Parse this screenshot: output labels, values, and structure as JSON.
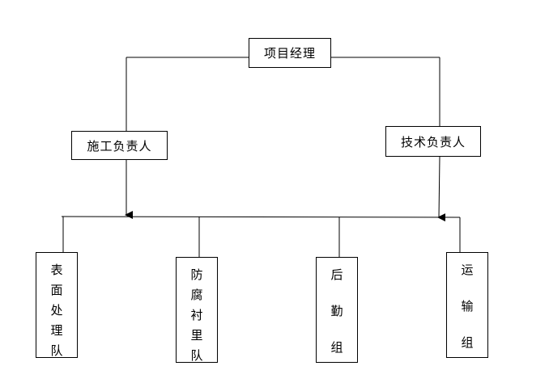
{
  "colors": {
    "line": "#000000",
    "background": "#ffffff"
  },
  "manager": {
    "label": "项目经理"
  },
  "construction_lead": {
    "label": "施工负责人"
  },
  "technical_lead": {
    "label": "技术负责人"
  },
  "teams": [
    {
      "label": "表面处理队"
    },
    {
      "label": "防腐衬里队"
    },
    {
      "label": "后勤组"
    },
    {
      "label": "运输组"
    }
  ]
}
